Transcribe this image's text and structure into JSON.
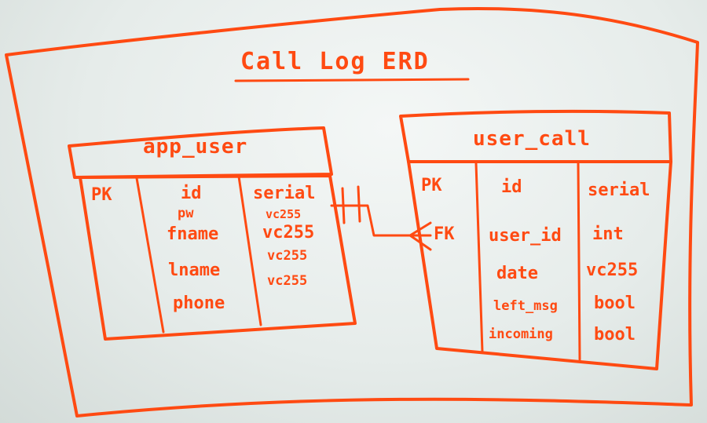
{
  "title": "Call Log ERD",
  "tables": [
    {
      "name": "app_user",
      "key": "PK",
      "fields": [
        "id",
        "pw",
        "fname",
        "lname",
        "phone"
      ],
      "types": [
        "serial",
        "vc255",
        "vc255",
        "vc255",
        "vc255"
      ]
    },
    {
      "name": "user_call",
      "keys": [
        "PK",
        "FK"
      ],
      "fields": [
        "id",
        "user_id",
        "date",
        "left_msg",
        "incoming"
      ],
      "types": [
        "serial",
        "int",
        "vc255",
        "bool",
        "bool"
      ]
    }
  ],
  "colors": {
    "ink": "#ff4a12",
    "board": "#eef2f1"
  }
}
